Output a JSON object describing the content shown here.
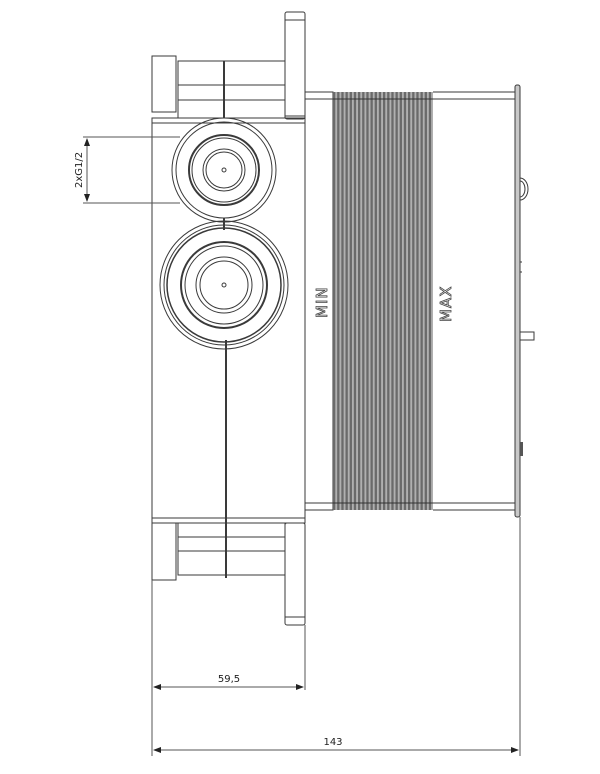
{
  "drawing": {
    "type": "technical side-view drawing of concealed installation box",
    "labels": {
      "min": "MIN",
      "max": "MAX"
    },
    "dimensions": {
      "thread": "2xG1/2",
      "depth_inner": "59,5",
      "depth_total": "143"
    },
    "colors": {
      "line": "#3a3a3a",
      "fin_dark": "#6a6a6a",
      "fin_light": "#b0b0b0",
      "background": "#ffffff"
    },
    "fin_count": 24
  }
}
